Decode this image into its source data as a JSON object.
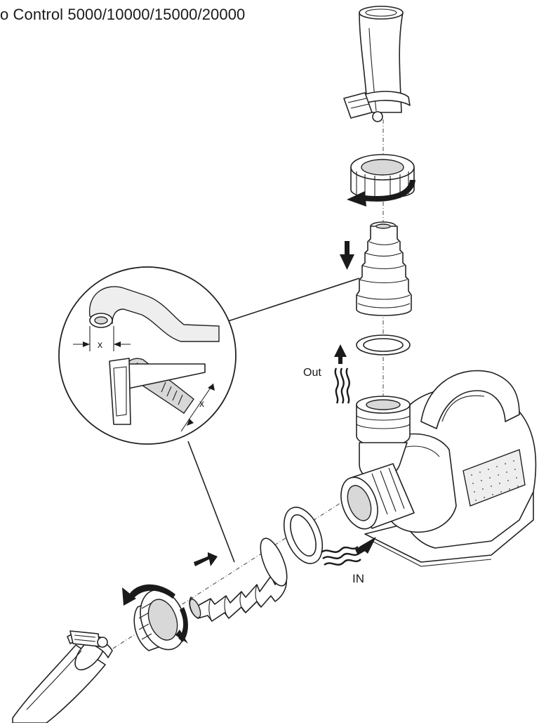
{
  "title": "o Control 5000/10000/15000/20000",
  "labels": {
    "out": "Out",
    "in": "IN",
    "x_top": "x",
    "x_bottom": "x"
  },
  "icons": [
    "arrow-down-icon",
    "arrow-up-icon",
    "arrow-right-icon",
    "rotate-arrow-icon",
    "flow-waves-icon"
  ]
}
